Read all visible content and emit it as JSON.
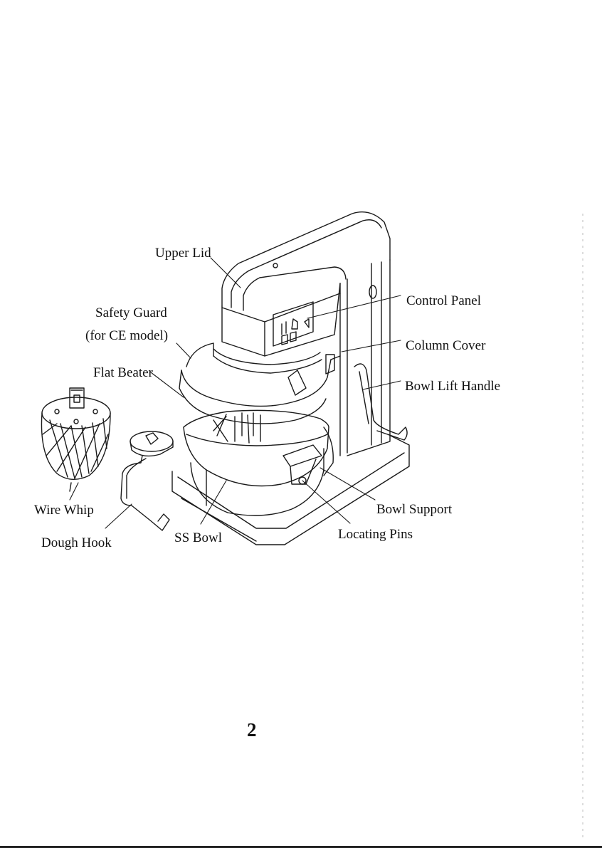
{
  "labels": {
    "upper_lid": "Upper Lid",
    "safety_guard": "Safety Guard",
    "safety_guard_note": "(for CE model)",
    "flat_beater": "Flat Beater",
    "control_panel": "Control Panel",
    "column_cover": "Column Cover",
    "bowl_lift_handle": "Bowl Lift Handle",
    "wire_whip": "Wire Whip",
    "dough_hook": "Dough Hook",
    "ss_bowl": "SS Bowl",
    "bowl_support": "Bowl Support",
    "locating_pins": "Locating Pins"
  },
  "page_number": "2"
}
